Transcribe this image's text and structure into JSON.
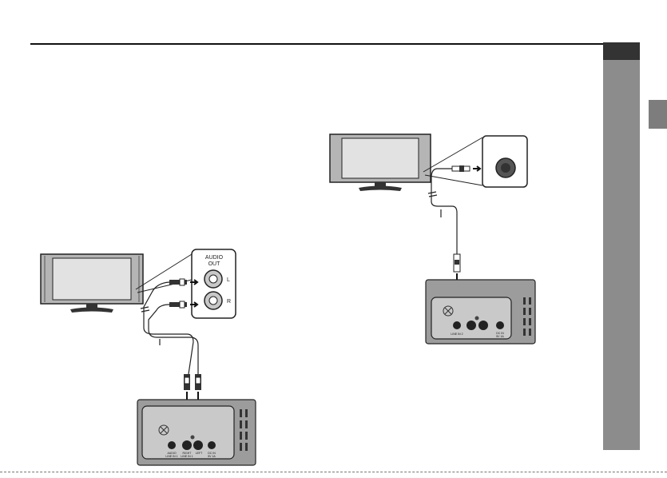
{
  "figure_left": {
    "jack_heading_line1": "AUDIO",
    "jack_heading_line2": "OUT",
    "channel_left": "L",
    "channel_right": "R",
    "panel_label_1": "AUDIO",
    "panel_label_1b": "LINE IN 1",
    "panel_label_2": "RIGHT",
    "panel_label_2b": "LINE IN 1",
    "panel_label_3": "LEFT",
    "panel_label_4": "DC IN",
    "panel_label_4b": "5V 1A"
  },
  "figure_right": {
    "panel_label_1": "LINE IN 2",
    "panel_label_2": "DC IN",
    "panel_label_2b": "5V 1A"
  }
}
